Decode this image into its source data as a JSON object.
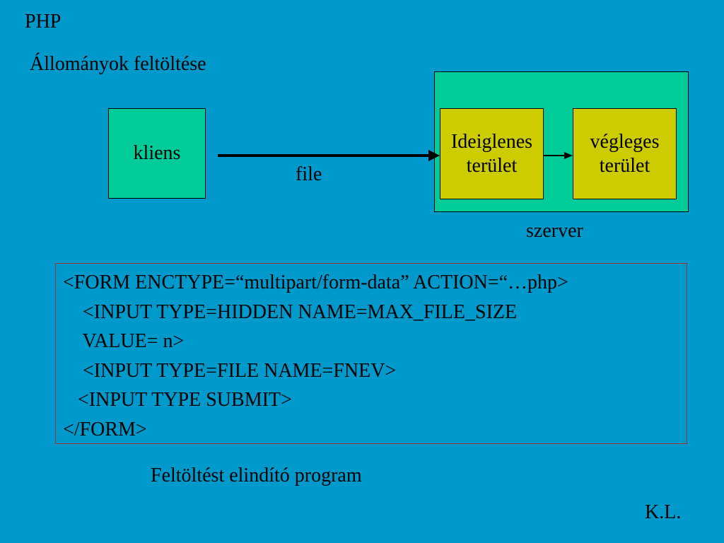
{
  "slide": {
    "title": "PHP",
    "subtitle": "Állományok feltöltése",
    "author": "K.L."
  },
  "diagram": {
    "client_label": "kliens",
    "file_label": "file",
    "temp_area": {
      "line1": "Ideiglenes",
      "line2": "terület"
    },
    "final_area": {
      "line1": "végleges",
      "line2": "terület"
    },
    "server_label": "szerver"
  },
  "code": {
    "lines": [
      "<FORM ENCTYPE=“multipart/form-data” ACTION=“…php>",
      "    <INPUT TYPE=HIDDEN NAME=MAX_FILE_SIZE",
      "    VALUE= n>",
      "    <INPUT TYPE=FILE NAME=FNEV>",
      "   <INPUT TYPE SUBMIT>",
      "</FORM>"
    ]
  },
  "caption": "Feltöltést elindító program",
  "colors": {
    "background": "#0099cc",
    "box_green": "#00cc99",
    "box_yellow": "#cccc00",
    "code_border": "#993333"
  }
}
